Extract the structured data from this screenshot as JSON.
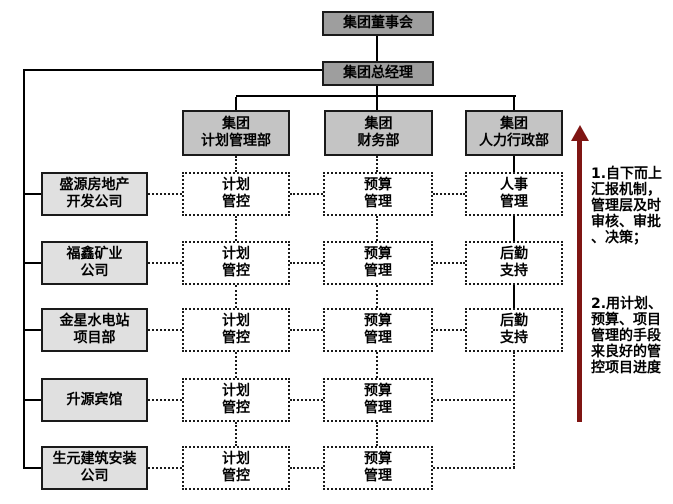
{
  "colors": {
    "arrow": "#7F1513",
    "top_box": "#9E9E9E",
    "dept_box": "#C4C4C4",
    "company_box": "#E0E0E0",
    "line": "#000000"
  },
  "nodes": {
    "board": "集团董事会",
    "gm": "集团总经理",
    "departments": {
      "planning": "集团\n计划管理部",
      "finance": "集团\n财务部",
      "hr": "集团\n人力行政部"
    },
    "companies": {
      "c1": "盛源房地产\n开发公司",
      "c2": "福鑫矿业\n公司",
      "c3": "金星水电站\n项目部",
      "c4": "升源宾馆",
      "c5": "生元建筑安装\n公司"
    }
  },
  "cells": {
    "r1c1": "计划\n管控",
    "r1c2": "预算\n管理",
    "r1c3": "人事\n管理",
    "r2c1": "计划\n管控",
    "r2c2": "预算\n管理",
    "r2c3": "后勤\n支持",
    "r3c1": "计划\n管控",
    "r3c2": "预算\n管理",
    "r3c3": "后勤\n支持",
    "r4c1": "计划\n管控",
    "r4c2": "预算\n管理",
    "r5c1": "计划\n管控",
    "r5c2": "预算\n管理"
  },
  "annotation": {
    "item1": "1.自下而上\n汇报机制，\n管理层及时\n审核、审批\n、决策；",
    "item2": "2.用计划、\n预算、项目\n管理的手段\n来良好的管\n控项目进度"
  }
}
